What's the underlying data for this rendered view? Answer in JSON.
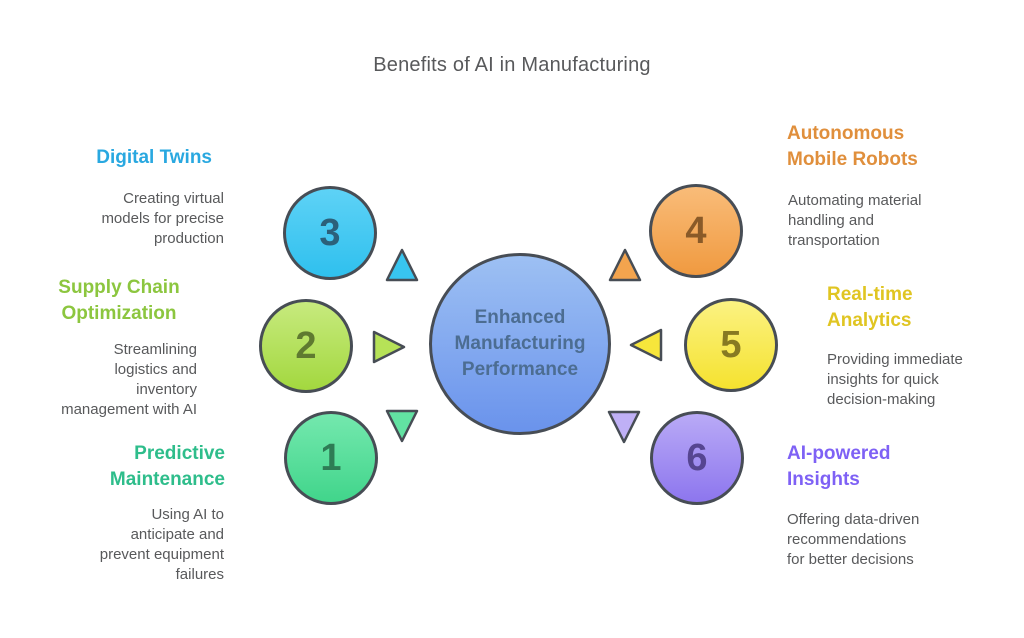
{
  "title": "Benefits of AI in Manufacturing",
  "title_color": "#58595b",
  "outline_color": "#474d55",
  "body_text_color": "#58595b",
  "center": {
    "label": "Enhanced\nManufacturing\nPerformance",
    "fill_top": "#9dc0f3",
    "fill_bottom": "#6a93ec",
    "text_color": "#4c6d92"
  },
  "items": [
    {
      "number": "1",
      "heading": "Predictive\nMaintenance",
      "description": "Using AI to\nanticipate and\nprevent equipment\nfailures",
      "heading_color": "#2ebd8b",
      "circle_top": "#74e8ae",
      "circle_bottom": "#41d58b",
      "number_color": "#2e7c55",
      "triangle_color": "#62e2a2",
      "arrow_direction": "down"
    },
    {
      "number": "2",
      "heading": "Supply Chain\nOptimization",
      "description": "Streamlining\nlogistics and\ninventory\nmanagement with AI",
      "heading_color": "#8cc63f",
      "circle_top": "#c7ea7e",
      "circle_bottom": "#a3d83f",
      "number_color": "#5f7a30",
      "triangle_color": "#b6e257",
      "arrow_direction": "right"
    },
    {
      "number": "3",
      "heading": "Digital Twins",
      "description": "Creating virtual\nmodels for precise\nproduction",
      "heading_color": "#29a8e0",
      "circle_top": "#5ed2f6",
      "circle_bottom": "#2fc0ee",
      "number_color": "#2c607a",
      "triangle_color": "#38c5f0",
      "arrow_direction": "up"
    },
    {
      "number": "4",
      "heading": "Autonomous\nMobile Robots",
      "description": "Automating material\nhandling and\ntransportation",
      "heading_color": "#e08f3c",
      "circle_top": "#f9bc79",
      "circle_bottom": "#f09a40",
      "number_color": "#8a5a28",
      "triangle_color": "#f3a44e",
      "arrow_direction": "up"
    },
    {
      "number": "5",
      "heading": "Real-time\nAnalytics",
      "description": "Providing immediate\ninsights for quick\ndecision-making",
      "heading_color": "#e0c522",
      "circle_top": "#fbf282",
      "circle_bottom": "#f5e22f",
      "number_color": "#877a22",
      "triangle_color": "#f7e63b",
      "arrow_direction": "left"
    },
    {
      "number": "6",
      "heading": "AI-powered\nInsights",
      "description": "Offering data-driven\nrecommendations\nfor better decisions",
      "heading_color": "#7e61f5",
      "circle_top": "#b9aaf6",
      "circle_bottom": "#8d76ee",
      "number_color": "#564591",
      "triangle_color": "#bfb0f6",
      "arrow_direction": "down"
    }
  ]
}
